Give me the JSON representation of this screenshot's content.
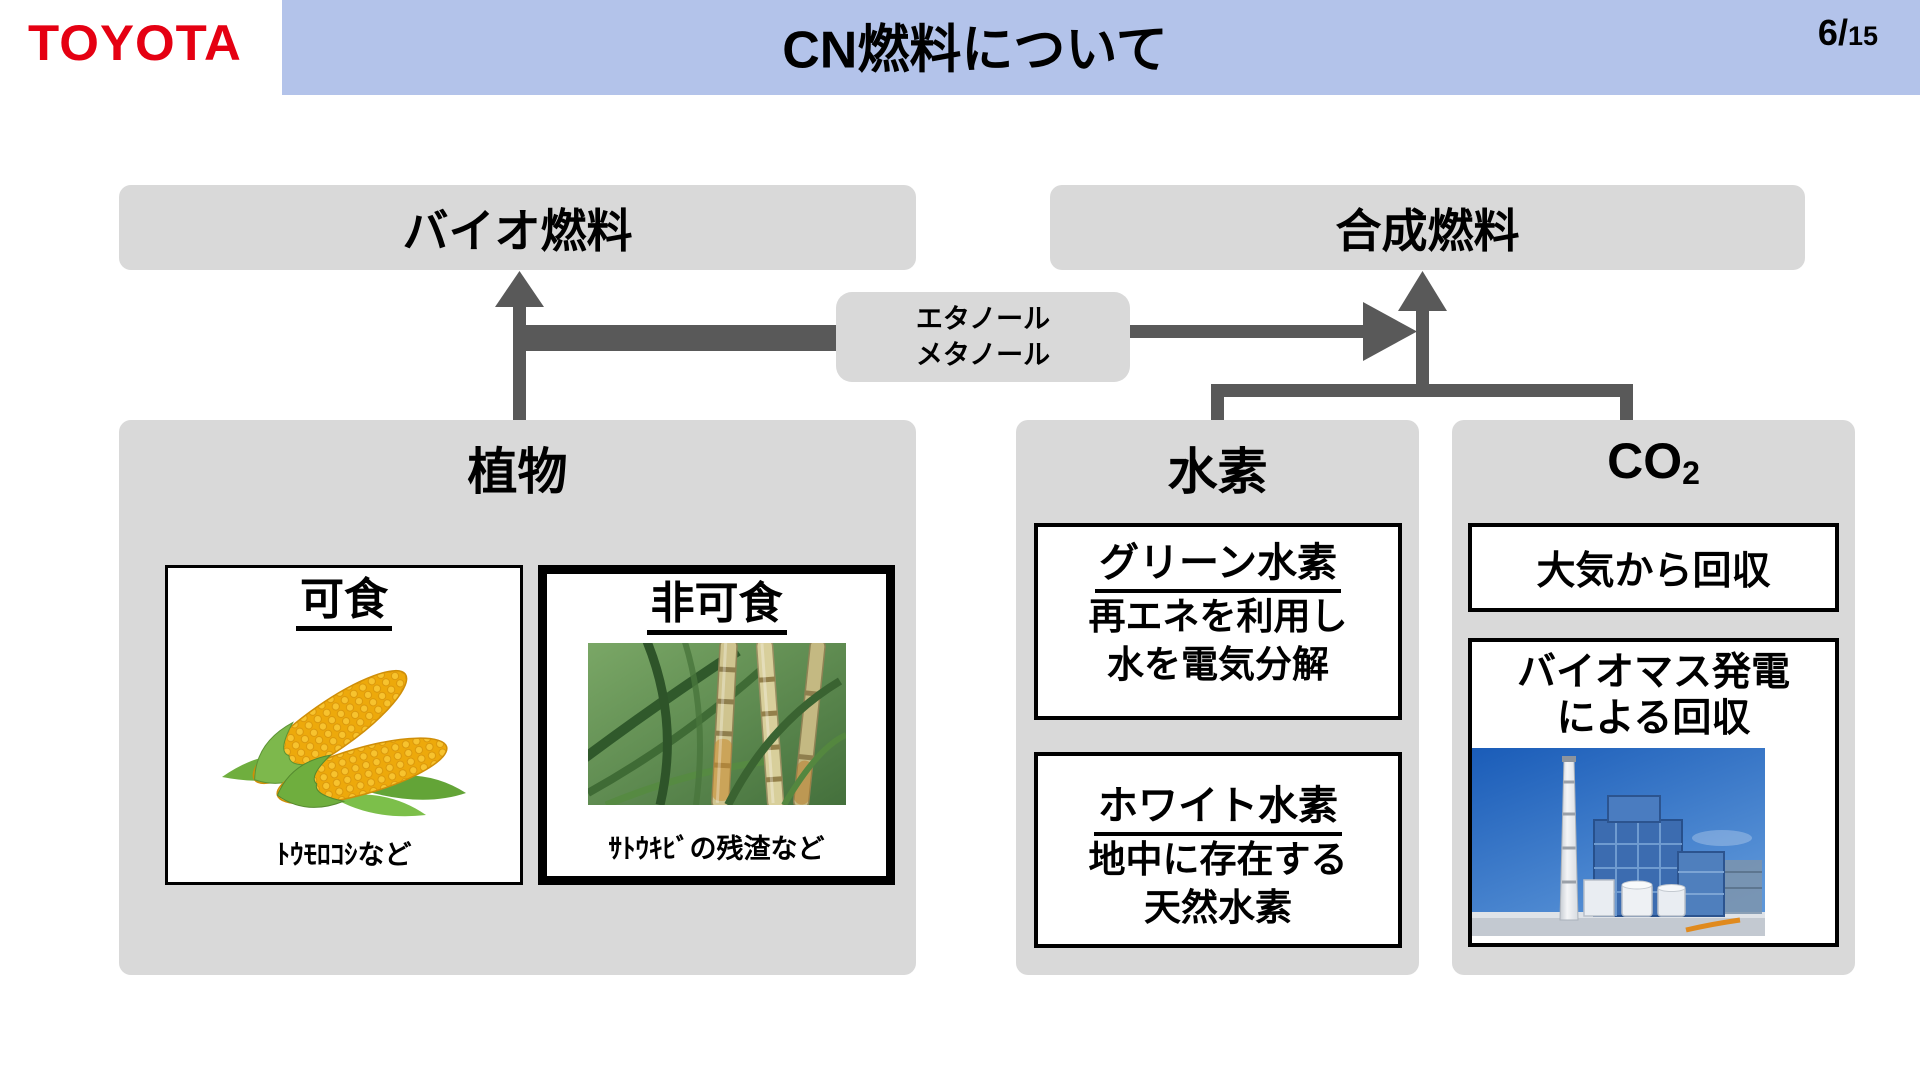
{
  "colors": {
    "banner": "#b3c3ea",
    "box-gray": "#d9d9d9",
    "arrow": "#595959",
    "toyota-red": "#e50012"
  },
  "header": {
    "logo": "TOYOTA",
    "title": "CN燃料について",
    "page_num": "6/",
    "page_total": "15"
  },
  "flow": {
    "biofuel_label": "バイオ燃料",
    "synfuel_label": "合成燃料",
    "ethanol_line1": "エタノール",
    "ethanol_line2": "メタノール"
  },
  "plants": {
    "title": "植物",
    "edible_title": "可食",
    "edible_caption": "ﾄｳﾓﾛｺｼなど",
    "nonedible_title": "非可食",
    "nonedible_caption": "ｻﾄｳｷﾋﾞの残渣など"
  },
  "hydrogen": {
    "title": "水素",
    "green_title": "グリーン水素",
    "green_line1": "再エネを利用し",
    "green_line2": "水を電気分解",
    "white_title": "ホワイト水素",
    "white_line1": "地中に存在する",
    "white_line2": "天然水素"
  },
  "co2": {
    "title_main": "CO",
    "title_sub": "2",
    "atmosphere_label": "大気から回収",
    "biomass_line1": "バイオマス発電",
    "biomass_line2": "による回収"
  }
}
